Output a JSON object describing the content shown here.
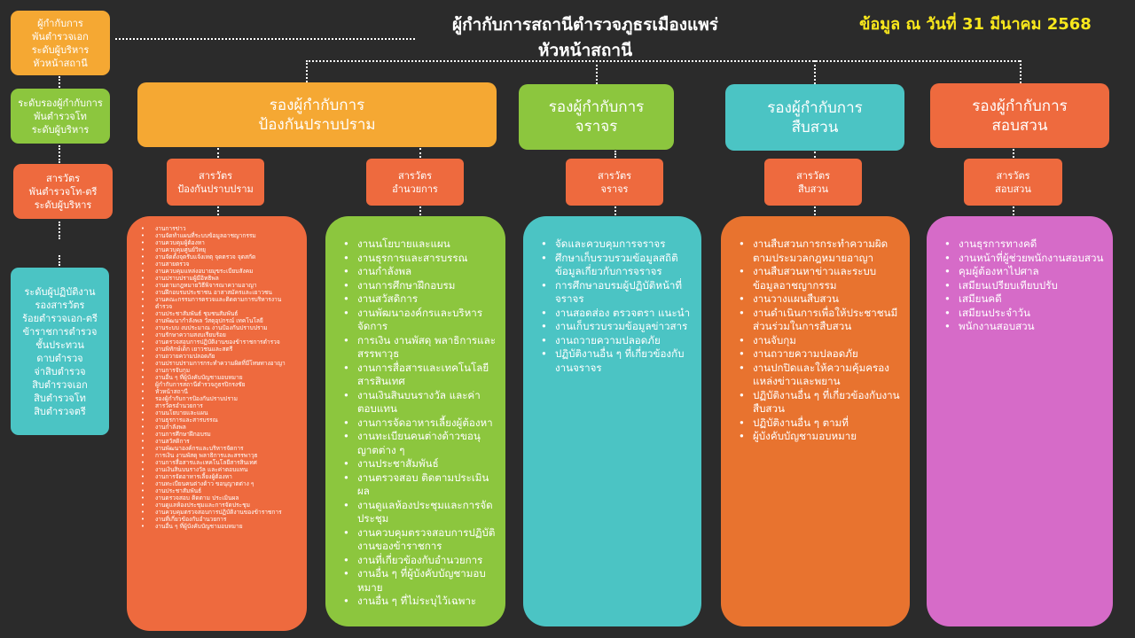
{
  "title_line1": "ผู้กำกับการสถานีตำรวจภูธรเมืองแพร่",
  "title_line2": "หัวหน้าสถานี",
  "date": "ข้อมูล ณ วันที่ 31 มีนาคม 2568",
  "colors": {
    "background": "#2b2b2b",
    "orange": "#f5a833",
    "green": "#8cc63e",
    "red_orange": "#ee6a3e",
    "teal": "#4bc4c4",
    "dark_orange": "#e8732f",
    "magenta": "#d66bc8",
    "date": "#f8e71c"
  },
  "levels": [
    {
      "lines": [
        "ผู้กำกับการ",
        "พันตำรวจเอก",
        "ระดับผู้บริหาร",
        "หัวหน้าสถานี"
      ]
    },
    {
      "lines": [
        "ระดับรองผู้กำกับการ",
        "พันตำรวจโท",
        "ระดับผู้บริหาร"
      ]
    },
    {
      "lines": [
        "สารวัตร",
        "พันตำรวจโท-ตรี",
        "ระดับผู้บริหาร"
      ]
    },
    {
      "lines": [
        "ระดับผู้ปฏิบัติงาน",
        "รองสารวัตร",
        "ร้อยตำรวจเอก-ตรี",
        "ข้าราชการตำรวจ",
        "ชั้นประทวน",
        "ดาบตำรวจ",
        "จ่าสิบตำรวจ",
        "สิบตำรวจเอก",
        "สิบตำรวจโท",
        "สิบตำรวจตรี"
      ]
    }
  ],
  "deputies": [
    {
      "lines": [
        "รองผู้กำกับการ",
        "ป้องกันปราบปราม"
      ]
    },
    {
      "lines": [
        "รองผู้กำกับการ",
        "จราจร"
      ]
    },
    {
      "lines": [
        "รองผู้กำกับการ",
        "สืบสวน"
      ]
    },
    {
      "lines": [
        "รองผู้กำกับการ",
        "สอบสวน"
      ]
    }
  ],
  "inspectors": [
    {
      "lines": [
        "สารวัตร",
        "ป้องกันปราบปราม"
      ]
    },
    {
      "lines": [
        "สารวัตร",
        "อำนวยการ"
      ]
    },
    {
      "lines": [
        "สารวัตร",
        "จราจร"
      ]
    },
    {
      "lines": [
        "สารวัตร",
        "สืบสวน"
      ]
    },
    {
      "lines": [
        "สารวัตร",
        "สอบสวน"
      ]
    }
  ],
  "duties": [
    {
      "items": [
        "งานการข่าว",
        "งานจัดทำแผนที่ระบบข้อมูลอาชญากรรม",
        "งานควบคุมผู้ต้องหา",
        "งานควบคุมศูนย์วิทยุ",
        "งานจัดตั้งจุดรับแจ้งเหตุ จุดตรวจ จุดสกัด",
        "งานสายตรวจ",
        "งานควบคุมแหล่งอบายมุขระเบียบสังคม",
        "งานปราบปรามผู้มีอิทธิพล",
        "งานตามกฎหมายวิธีพิจารณาความอาญา",
        "งานฝึกอบรมประชาชน อาสาสมัครและเยาวชน",
        "งานคณะกรรมการตรวจและติดตามการบริหารงาน",
        "ตำรวจ",
        "งานประชาสัมพันธ์ ชุมชนสัมพันธ์",
        "งานพัฒนากำลังพล วัสดุอุปกรณ์ เทคโนโลยี",
        "งานระบบ งบประมาณ งานป้องกันปราบปราม",
        "งานรักษาความสงบเรียบร้อย",
        "งานตรวจสอบการปฏิบัติงานของข้าราชการตำรวจ",
        "งานพิทักษ์เด็ก เยาวชนและสตรี",
        "งานถวายความปลอดภัย",
        "งานปราบปรามการกระทำความผิดที่มีโทษทางอาญา",
        "งานการจับกุม",
        "งานอื่น ๆ ที่ผู้บังคับบัญชามอบหมาย",
        "ผู้กำกับการสถานีตำรวจภูธรปิกรงชัย",
        "หัวหน้าสถานี",
        "รองผู้กำกับการป้องกันปราบปราม",
        "สารวัตรอำนวยการ",
        "งานนโยบายและแผน",
        "งานธุรการและสารบรรณ",
        "งานกำลังพล",
        "งานการศึกษาฝึกอบรม",
        "งานสวัสดิการ",
        "งานพัฒนาองค์กรและบริหารจัดการ",
        "การเงิน งานพัสดุ พลาธิการและสรรพาวุธ",
        "งานการสื่อสารและเทคโนโลยีสารสินเทศ",
        "งานเงินสินบนรางวัล และค่าตอบแทน",
        "งานการจัดอาหารเลี้ยงผู้ต้องหา",
        "งานทะเบียนคนต่างด้าว ขอนุญาตต่าง ๆ",
        "งานประชาสัมพันธ์",
        "งานตรวจสอบ ติดตาม ประเมินผล",
        "งานดูแลห้องประชุมและการจัดประชุม",
        "งานควบคุมตรวจสอบการปฏิบัติงานของข้าราชการ",
        "งานที่เกี่ยวข้องกับอำนวยการ",
        "งานอื่น ๆ ที่ผู้บังคับบัญชามอบหมาย"
      ]
    },
    {
      "items": [
        "งานนโยบายและแผน",
        "งานธุรการและสารบรรณ",
        "งานกำลังพล",
        "งานการศึกษาฝึกอบรม",
        "งานสวัสดิการ",
        "งานพัฒนาองค์กรและบริหารจัดการ",
        "การเงิน งานพัสดุ พลาธิการและสรรพาวุธ",
        "งานการสื่อสารและเทคโนโลยีสารสินเทศ",
        "งานเงินสินบนรางวัล และค่าตอบแทน",
        "งานการจัดอาหารเลี้ยงผู้ต้องหา",
        "งานทะเบียนคนต่างด้าวขอนุญาตต่าง ๆ",
        "งานประชาสัมพันธ์",
        "งานตรวจสอบ ติดตามประเมินผล",
        "งานดูแลห้องประชุมและการจัดประชุม",
        "งานควบคุมตรวจสอบการปฏิบัติงานของข้าราชการ",
        "งานที่เกี่ยวข้องกับอำนวยการ",
        "งานอื่น ๆ ที่ผู้บังคับบัญชามอบหมาย",
        "งานอื่น ๆ ที่ไม่ระบุไว้เฉพาะ"
      ]
    },
    {
      "items": [
        "จัดและควบคุมการจราจร",
        "ศึกษาเก็บรวบรวมข้อมูลสถิติข้อมูลเกี่ยวกับการจราจร",
        "การศึกษาอบรมผู้ปฏิบัติหน้าที่จราจร",
        "งานสอดส่อง ตรวจตรา แนะนำ",
        "งานเก็บรวบรวมข้อมูลข่าวสาร",
        "งานถวายความปลอดภัย",
        "ปฏิบัติงานอื่น ๆ ที่เกี่ยวข้องกับงานจราจร"
      ]
    },
    {
      "items": [
        "งานสืบสวนการกระทำความผิดตามประมวลกฎหมายอาญา",
        "งานสืบสวนหาข่าวและระบบข้อมูลอาชญากรรม",
        "งานวางแผนสืบสวน",
        "งานดำเนินการเพื่อให้ประชาชนมีส่วนร่วมในการสืบสวน",
        "งานจับกุม",
        "งานถวายความปลอดภัย",
        "งานปกปิดและให้ความคุ้มครองแหล่งข่าวและพยาน",
        "ปฏิบัติงานอื่น ๆ ที่เกี่ยวข้องกับงานสืบสวน",
        "ปฏิบัติงานอื่น ๆ ตามที่",
        "ผู้บังคับบัญชามอบหมาย"
      ]
    },
    {
      "items": [
        "งานธุรการทางคดี",
        "งานหน้าที่ผู้ช่วยพนักงานสอบสวน",
        "คุมผู้ต้องหาไปศาล",
        "เสมียนเปรียบเทียบปรับ",
        "เสมียนคดี",
        "เสมียนประจำวัน",
        "พนักงานสอบสวน"
      ]
    }
  ]
}
